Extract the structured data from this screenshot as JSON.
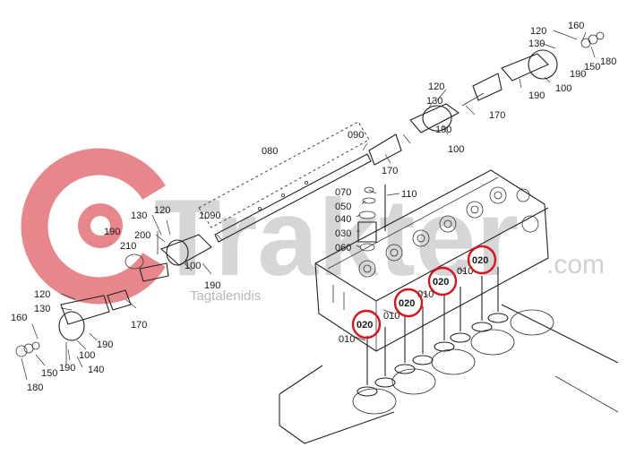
{
  "watermark": {
    "brand": "Trakter",
    "domain": ".com",
    "author": "Tagtalenidis",
    "colors": {
      "logo": "#e8878b",
      "text": "#c9c9cc",
      "author": "#b8b8bb"
    }
  },
  "highlight_color": "#d9141e",
  "labels": {
    "l120a": "120",
    "l130a": "130",
    "l160a": "160",
    "l150a": "150",
    "l180a": "180",
    "l190a": "190",
    "l100a": "100",
    "l120b": "120",
    "l130b": "130",
    "l170a": "170",
    "l190b": "190",
    "l100b": "100",
    "l090": "090",
    "l080": "080",
    "l170b": "170",
    "l070": "070",
    "l050": "050",
    "l040": "040",
    "l030": "030",
    "l060": "060",
    "l110": "110",
    "l1090": "1090",
    "l130c": "130",
    "l120c": "120",
    "l190c": "190",
    "l200": "200",
    "l210": "210",
    "l100c": "100",
    "l190d": "190",
    "l170c": "170",
    "l120d": "120",
    "l130d": "130",
    "l160b": "160",
    "l190e": "190",
    "l100d": "100",
    "l150b": "150",
    "l140": "140",
    "l180b": "180",
    "l010a": "010",
    "l010b": "010",
    "l010c": "010",
    "l010d": "010",
    "h020a": "020",
    "h020b": "020",
    "h020c": "020",
    "h020d": "020"
  }
}
